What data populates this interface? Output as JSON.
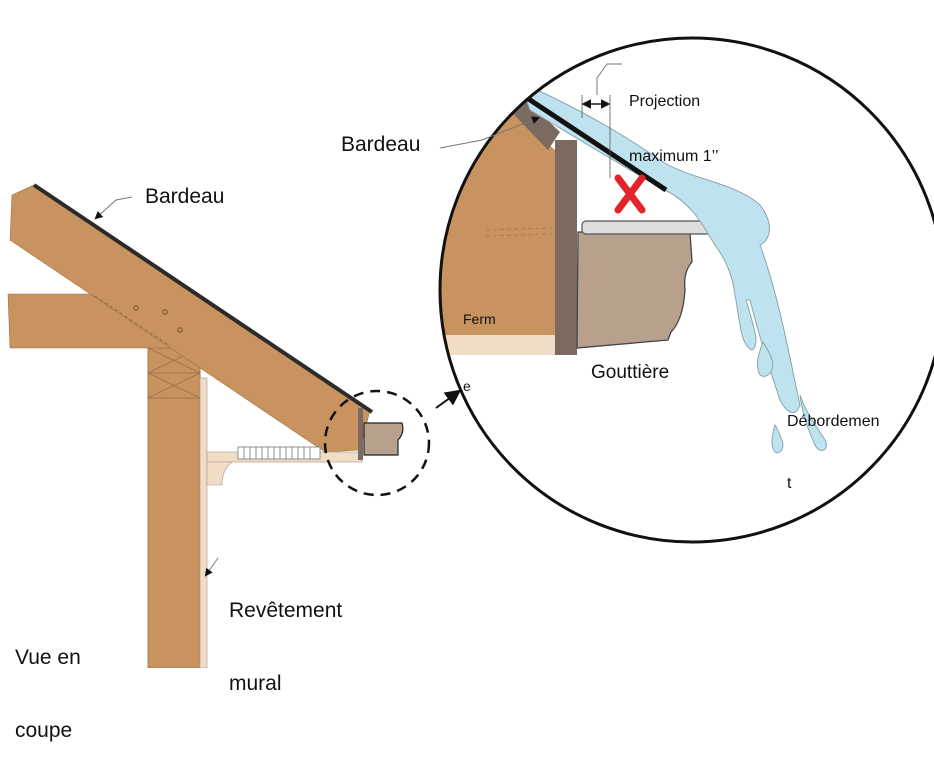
{
  "labels": {
    "bardeau_left": "Bardeau",
    "bardeau_detail": "Bardeau",
    "projection_line1": "Projection",
    "projection_line2": "maximum 1’’",
    "ferme_line1": "Ferm",
    "ferme_line2": "e",
    "gouttiere": "Gouttière",
    "debordement_line1": "Débordemen",
    "debordement_line2": "t",
    "revetement_line1": "Revêtement",
    "revetement_line2": "mural",
    "vue_line1": "Vue en",
    "vue_line2": "coupe"
  },
  "colors": {
    "wood": "#c8935e",
    "wood_dark": "#a8774a",
    "siding": "#f1dcc6",
    "fascia": "#7c6a60",
    "gutter": "#b8a18c",
    "water": "#bfe3ee",
    "shingle": "#2b2b2b",
    "error_mark": "#e3222b"
  }
}
